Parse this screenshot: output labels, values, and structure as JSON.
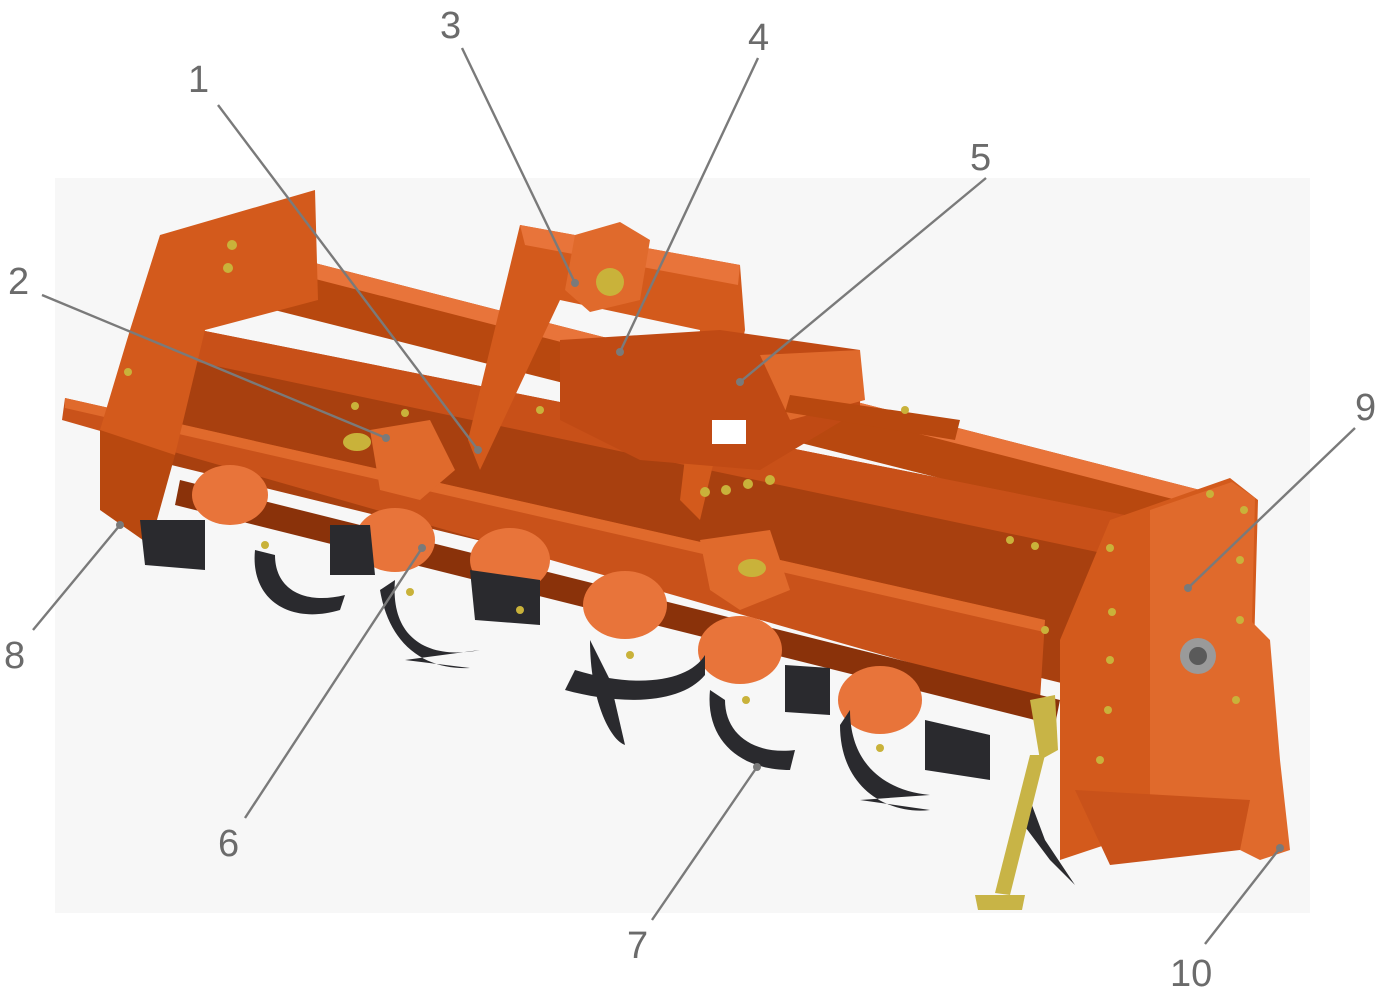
{
  "diagram": {
    "colors": {
      "body": "#d35a1c",
      "body_dark": "#a8400f",
      "body_light": "#e8743a",
      "blade": "#2a2a2e",
      "bolt": "#c9b23a",
      "stand": "#c8b446",
      "leader": "#7a7a7a",
      "label": "#6b6b6b",
      "backdrop": "#f7f7f7"
    },
    "callouts": [
      {
        "id": "1",
        "text": "1"
      },
      {
        "id": "2",
        "text": "2"
      },
      {
        "id": "3",
        "text": "3"
      },
      {
        "id": "4",
        "text": "4"
      },
      {
        "id": "5",
        "text": "5"
      },
      {
        "id": "6",
        "text": "6"
      },
      {
        "id": "7",
        "text": "7"
      },
      {
        "id": "8",
        "text": "8"
      },
      {
        "id": "9",
        "text": "9"
      },
      {
        "id": "10",
        "text": "10"
      }
    ]
  }
}
